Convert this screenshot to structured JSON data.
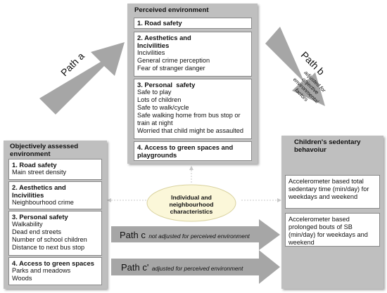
{
  "perceived": {
    "title": "Perceived environment",
    "road_safety": "1. Road safety",
    "aesthetics": {
      "title": "2. Aesthetics and Incivilities",
      "items": [
        "Incivilities",
        "General crime perception",
        "Fear of stranger danger"
      ]
    },
    "personal_safety": {
      "title": "3. Personal  safety",
      "items": [
        "Safe to play",
        "Lots of children",
        "Safe to walk/cycle",
        "Safe walking home from bus stop or train at night",
        "Worried that child might be assaulted"
      ]
    },
    "green": "4. Access to green spaces and playgrounds"
  },
  "objective": {
    "title": "Objectively assessed environment",
    "road_safety": {
      "title": "1. Road safety",
      "items": [
        "Main street density"
      ]
    },
    "aesthetics": {
      "title": "2. Aesthetics and Incivilities",
      "items": [
        "Neighbourhood crime"
      ]
    },
    "personal_safety": {
      "title": "3. Personal safety",
      "items": [
        "Walkability",
        "Dead end streets",
        "Number of school children",
        "Distance to next bus stop"
      ]
    },
    "green": {
      "title": "4. Access to green spaces",
      "items": [
        "Parks and meadows",
        "Woods"
      ]
    }
  },
  "outcome": {
    "title": "Children's sedentary behavoiur",
    "box1": "Accelerometer based total sedentary time (min/day) for weekdays and weekend",
    "box2": "Accelerometer based prolonged bouts of SB (min/day) for weekdays and weekend"
  },
  "center_label": "Individual and neighbourhood characteristics",
  "paths": {
    "a": "Path a",
    "b": "Path b",
    "b_note": "adjusted for objective environmental factors",
    "c": "Path c",
    "c_note": "not adjusted for perceived environment",
    "c_prime": "Path c'",
    "c_prime_note": "adjusted for perceived environment"
  },
  "colors": {
    "panel": "#bfbfbf",
    "arrow": "#a6a6a6",
    "box_border": "#8a8a8a"
  }
}
